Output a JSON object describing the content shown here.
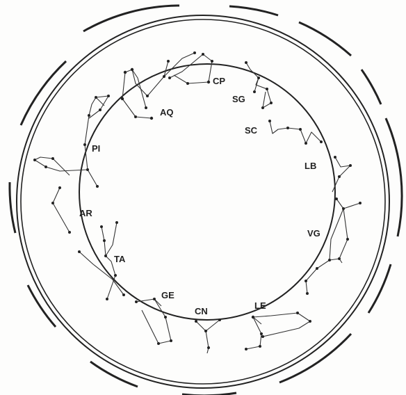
{
  "constellations": [
    {
      "key": "aq",
      "label": "AQ"
    },
    {
      "key": "cp",
      "label": "CP"
    },
    {
      "key": "sg",
      "label": "SG"
    },
    {
      "key": "sc",
      "label": "SC"
    },
    {
      "key": "lb",
      "label": "LB"
    },
    {
      "key": "vg",
      "label": "VG"
    },
    {
      "key": "le",
      "label": "LE"
    },
    {
      "key": "cn",
      "label": "CN"
    },
    {
      "key": "ge",
      "label": "GE"
    },
    {
      "key": "ta",
      "label": "TA"
    },
    {
      "key": "ar",
      "label": "AR"
    },
    {
      "key": "pi",
      "label": "PI"
    }
  ]
}
